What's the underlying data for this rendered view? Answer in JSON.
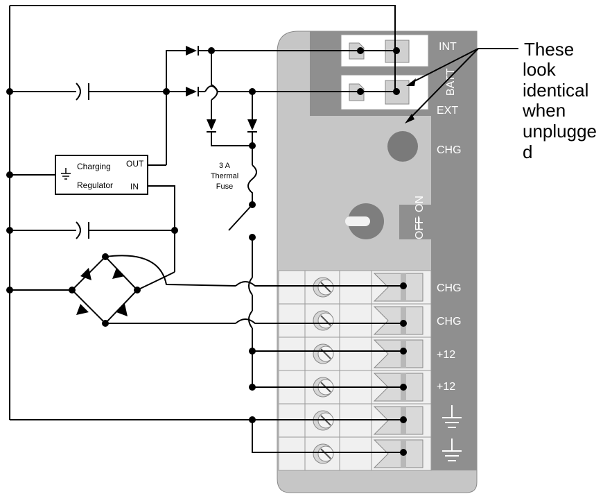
{
  "labels": {
    "int": "INT",
    "batt": "BATT",
    "ext": "EXT",
    "chg_indicator": "CHG",
    "switch_off": "OFF",
    "switch_on": "ON",
    "term1": "CHG",
    "term2": "CHG",
    "term3": "+12",
    "term4": "+12"
  },
  "regulator": {
    "line1": "Charging",
    "line2": "Regulator",
    "out": "OUT",
    "in": "IN"
  },
  "fuse": {
    "line1": "3 A",
    "line2": "Thermal",
    "line3": "Fuse"
  },
  "annotation": {
    "line1": "These",
    "line2": "look",
    "line3": "identical",
    "line4": "when",
    "line5": "unplugge",
    "line6": "d"
  }
}
